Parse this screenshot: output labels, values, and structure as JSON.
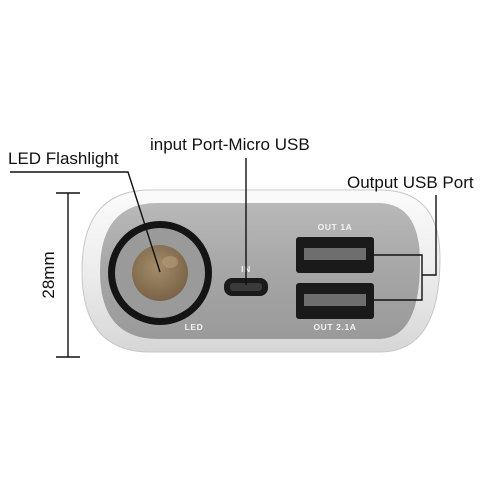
{
  "labels": {
    "led_flashlight": "LED Flashlight",
    "input_port": "input Port-Micro USB",
    "output_usb": "Output USB Port",
    "height": "28mm"
  },
  "device_markings": {
    "in": "IN",
    "led": "LED",
    "out1": "OUT 1A",
    "out2": "OUT 2.1A"
  },
  "colors": {
    "shell": "#ffffff",
    "face": "#a9a9a9",
    "led_ring": "#141414",
    "led_lens": "#8a7455",
    "usb_port": "#1a1a1a",
    "callout_line": "#111111"
  }
}
